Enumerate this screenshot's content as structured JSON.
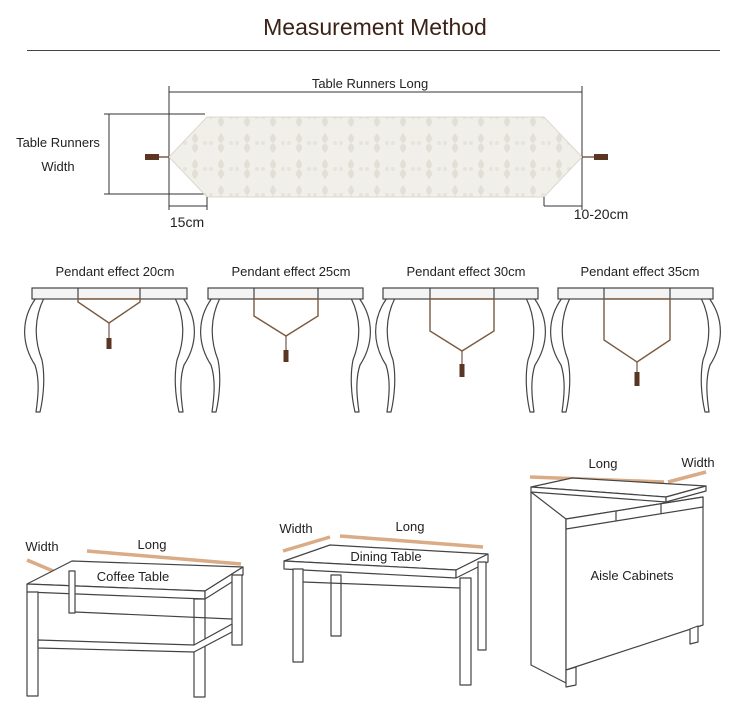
{
  "title": "Measurement Method",
  "runner_diagram": {
    "long_label": "Table Runners Long",
    "width_label_line1": "Table Runners",
    "width_label_line2": "Width",
    "left_tip_label": "15cm",
    "right_tip_label": "10-20cm"
  },
  "pendants": [
    {
      "label": "Pendant effect 20cm"
    },
    {
      "label": "Pendant effect 25cm"
    },
    {
      "label": "Pendant effect 30cm"
    },
    {
      "label": "Pendant effect 35cm"
    }
  ],
  "furniture": {
    "coffee_table": {
      "name": "Coffee Table",
      "width_label": "Width",
      "long_label": "Long"
    },
    "dining_table": {
      "name": "Dining Table",
      "width_label": "Width",
      "long_label": "Long"
    },
    "aisle_cabinets": {
      "name": "Aisle Cabinets",
      "width_label": "Width",
      "long_label": "Long"
    }
  },
  "colors": {
    "title": "#3b2216",
    "measure_tape": "#d9ab86",
    "tassel": "#5a3522",
    "runner_fabric": "#f1efe9"
  }
}
